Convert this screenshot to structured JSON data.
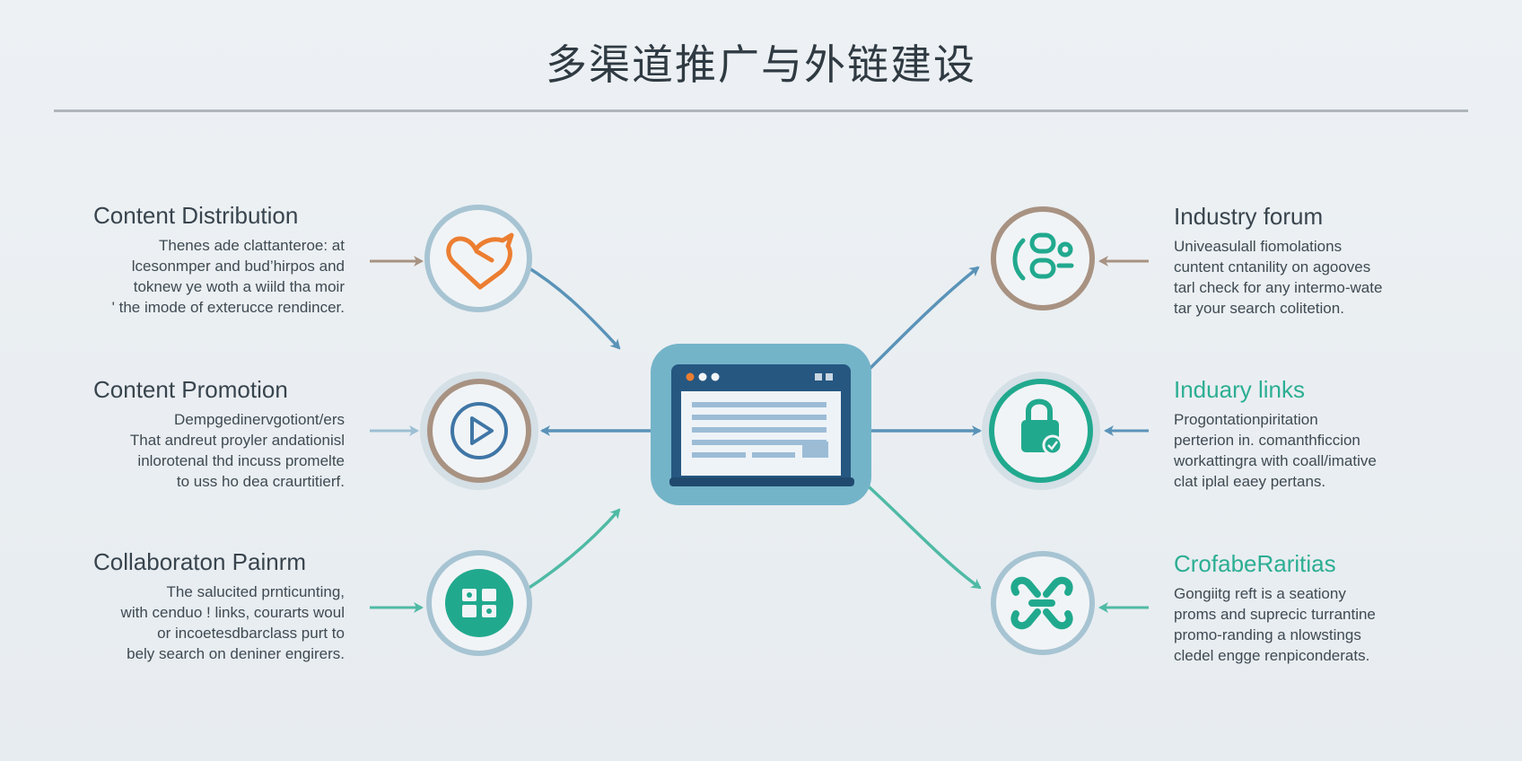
{
  "title": "多渠道推广与外链建设",
  "colors": {
    "dark_text": "#38444d",
    "teal_text": "#2cae93",
    "blue_arrow": "#5a93b8",
    "tan_arrow": "#a89282",
    "teal_arrow": "#4fbaa5",
    "center_frame": "#74b4c9",
    "screen_blue": "#255781",
    "orange_icon": "#ec7e31",
    "teal_fill": "#21a98e"
  },
  "center_node": {
    "icon": "browser-window-icon"
  },
  "left_nodes": [
    {
      "heading": "Content Distribution",
      "lines": [
        "Thenes ade clattanteroe: at",
        "lcesonmper and bud’hirpos and",
        "toknew ye woth a wiild tha moir",
        "' the imode of exterucce rendincer."
      ],
      "icon": "heart-tag-icon"
    },
    {
      "heading": "Content Promotion",
      "lines": [
        "Dempgedinervgotiont/ers",
        "That andreut proyler andationisl",
        "inlorotenal thd incuss promelte",
        "to uss ho dea craurtitierf."
      ],
      "icon": "play-button-icon"
    },
    {
      "heading": "Collaboraton Painrm",
      "lines": [
        "The salucited prnticunting,",
        "with cenduo ! links, courarts woul",
        "or incoetesdbarclass purt to",
        "bely search on deniner engirers."
      ],
      "icon": "collaboration-grid-icon"
    }
  ],
  "right_nodes": [
    {
      "heading": "Industry forum",
      "lines": [
        "Univeasulall fiomolations",
        "cuntent cntanility on agooves",
        "tarl check for any intermo-wate",
        "tar your search colitetion."
      ],
      "icon": "chat-people-icon"
    },
    {
      "heading": "Induary links",
      "lines": [
        "Progontationpiritation",
        "perterion in. comanthficcion",
        "workattingra with coall/imative",
        "clat iplal eaey pertans."
      ],
      "icon": "padlock-icon"
    },
    {
      "heading": "CrofabeRaritias",
      "lines": [
        "Gongiitg reft is a seationy",
        "proms and suprecic turrantine",
        "promo-randing a nlowstings",
        "cledel engge renpiconderats."
      ],
      "icon": "chain-link-icon"
    }
  ]
}
